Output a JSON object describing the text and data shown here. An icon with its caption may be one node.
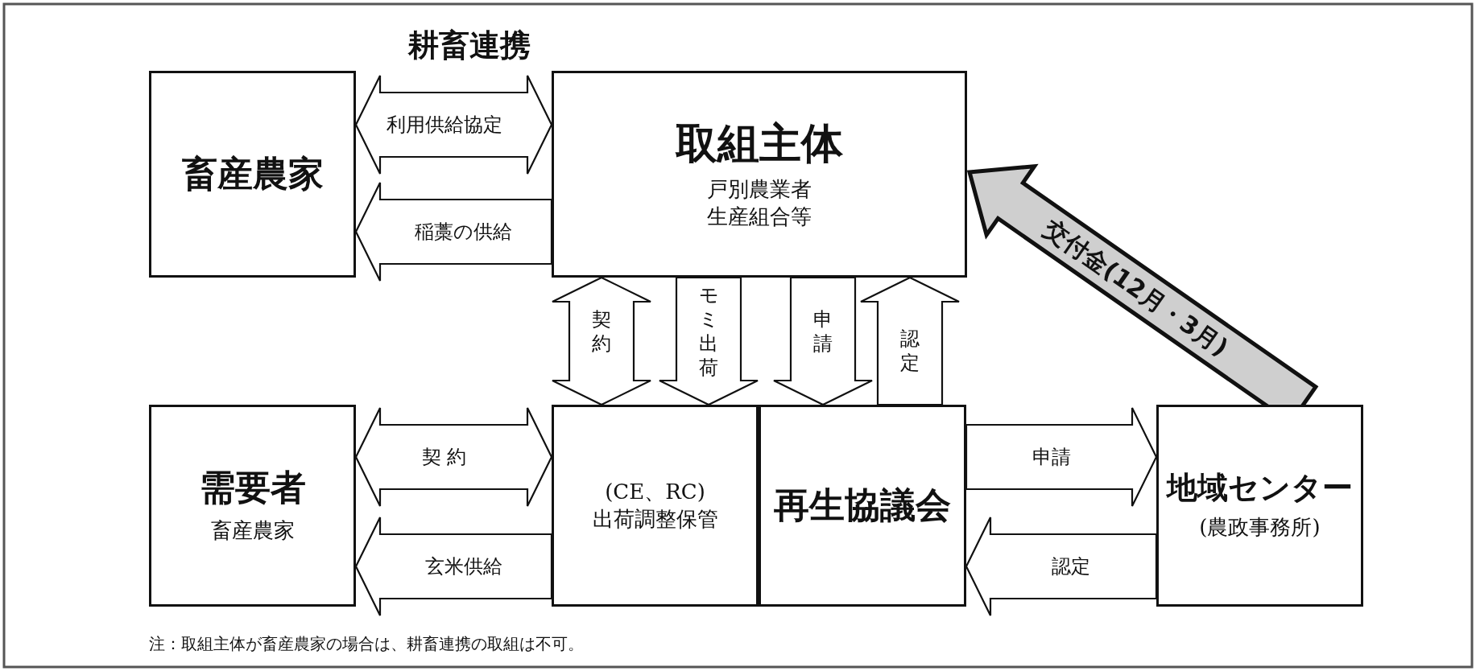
{
  "diagram": {
    "nodes": [
      {
        "text": [
          "畜産農家"
        ]
      },
      {
        "text": [
          "取組主体",
          "戸別農業者生産組合等"
        ]
      },
      {
        "text": [
          "需要者",
          "畜産農家"
        ]
      },
      {
        "text": [
          "(CE、RC)",
          "出荷調整保管"
        ]
      },
      {
        "text": [
          "再生協議会"
        ]
      },
      {
        "text": [
          "地域センター",
          "(農政事務所)"
        ]
      }
    ],
    "edges": [
      {
        "from": 0,
        "to": 1,
        "arrow": "both",
        "label": "利用供給協定"
      },
      {
        "from": 1,
        "to": 0,
        "arrow": "to",
        "label": "稲藁の供給"
      },
      {
        "from": 2,
        "to": 3,
        "arrow": "both",
        "label": "契 約"
      },
      {
        "from": 3,
        "to": 2,
        "arrow": "to",
        "label": "玄米供給"
      },
      {
        "from": 1,
        "to": 3,
        "arrow": "both",
        "label": "契約"
      },
      {
        "from": 1,
        "to": 3,
        "arrow": "to",
        "label": "モミ出荷"
      },
      {
        "from": 1,
        "to": 4,
        "arrow": "to",
        "label": "申請"
      },
      {
        "from": 4,
        "to": 1,
        "arrow": "to",
        "label": "認定"
      },
      {
        "from": 4,
        "to": 5,
        "arrow": "to",
        "label": "申請"
      },
      {
        "from": 5,
        "to": 4,
        "arrow": "to",
        "label": "認定"
      },
      {
        "from": 5,
        "to": 1,
        "arrow": "to",
        "label": "交付金(12月・3月)",
        "style": "thick"
      }
    ],
    "labels": [
      "耕畜連携",
      "注：取組主体が畜産農家の場合は、耕畜連携の取組は不可。"
    ]
  }
}
